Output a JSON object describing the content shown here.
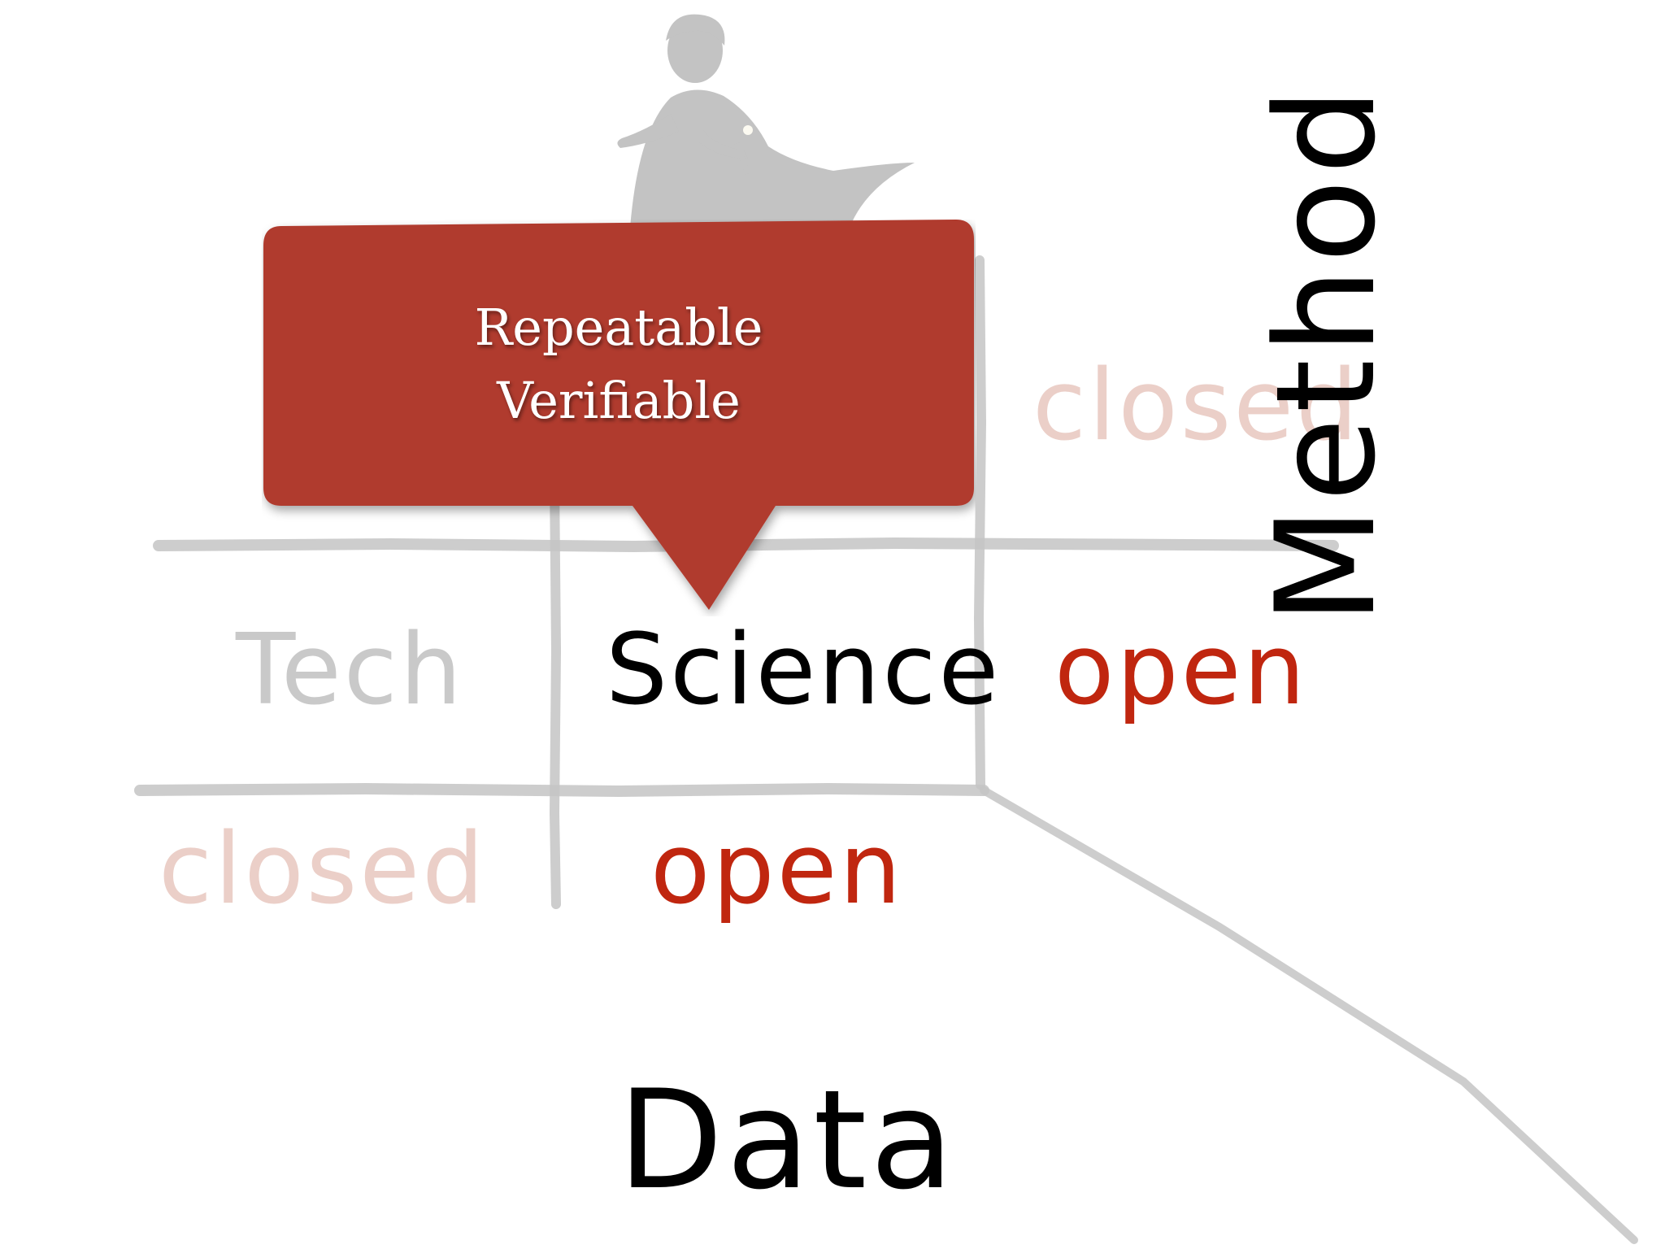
{
  "grid": {
    "row_method_closed": {
      "label": "closed"
    },
    "row_method_open": {
      "col_closed": "Tech",
      "col_open": "Science",
      "row_label": "open"
    },
    "col_labels": {
      "closed": "closed",
      "open": "open"
    }
  },
  "callout": {
    "line1": "Repeatable",
    "line2": "Verifiable",
    "color": "#b03a2e"
  },
  "axes": {
    "data": "Data",
    "method": "Method"
  },
  "colors": {
    "open_text": "#c0260f",
    "closed_text": "#ebcfc8",
    "tech_text": "#c9c9c9",
    "grid_line": "#c4c4c4",
    "science_text": "#000000"
  },
  "figure": {
    "icon": "wizard-casting-spell-illustration"
  }
}
